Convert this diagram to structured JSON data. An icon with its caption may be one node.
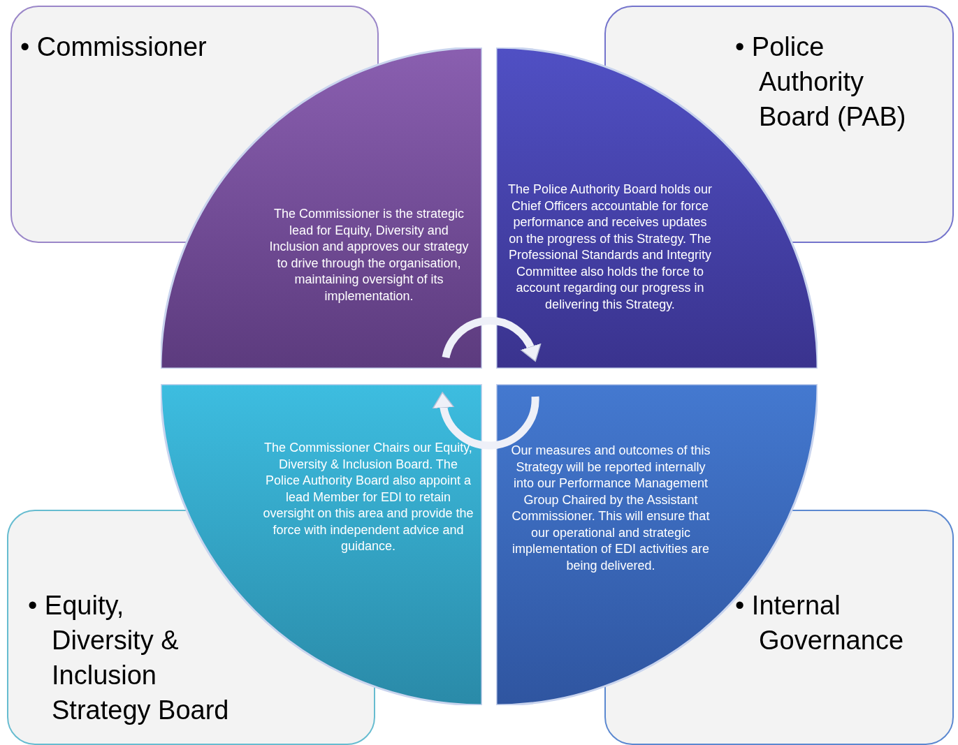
{
  "diagram": {
    "nodes": [
      {
        "text": [
          "• Commissioner"
        ]
      },
      {
        "text": [
          "• Police Authority Board (PAB)"
        ]
      },
      {
        "text": [
          "The Commissioner is the strategic lead for Equity, Diversity and Inclusion and approves our strategy to drive through the organisation, maintaining oversight of its implementation."
        ]
      },
      {
        "text": [
          "The Police Authority Board holds our Chief Officers accountable for force performance and receives updates on the progress of this Strategy. The Professional Standards and Integrity Committee also holds the force to account regarding our progress in delivering this Strategy."
        ]
      },
      {
        "text": [
          "The Commissioner Chairs our Equity, Diversity & Inclusion Board. The Police Authority Board also appoint a lead Member for EDI to retain oversight on this area and provide the force with independent advice and guidance."
        ]
      },
      {
        "text": [
          "Our measures and outcomes of this Strategy will be reported internally into our Performance Management Group Chaired by the Assistant Commissioner. This will ensure that our operational and strategic implementation of EDI activities are being delivered."
        ]
      },
      {
        "text": [
          "• Equity, Diversity & Inclusion Strategy Board"
        ]
      },
      {
        "text": [
          "• Internal Governance"
        ]
      }
    ],
    "edges": [
      {
        "from": 2,
        "to": 3,
        "arrow": "to"
      },
      {
        "from": 5,
        "to": 4,
        "arrow": "to"
      }
    ]
  }
}
